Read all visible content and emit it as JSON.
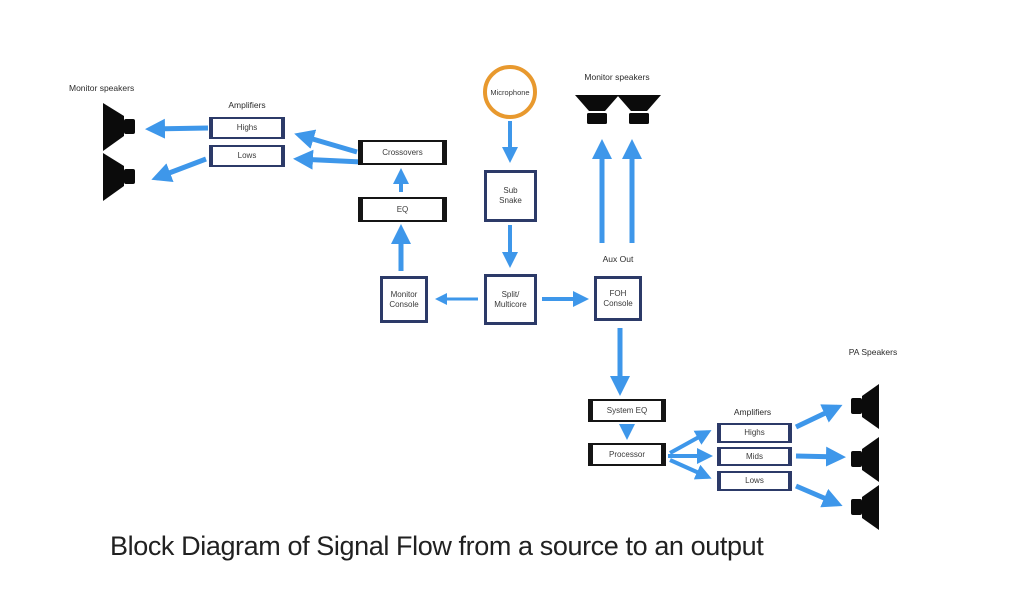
{
  "title": "Block Diagram of Signal Flow from a source to an output",
  "colors": {
    "background": "#ffffff",
    "arrow_blue": "#3E97EA",
    "navy_border": "#2C3A68",
    "black_border": "#151515",
    "microphone_orange": "#E8992E",
    "speaker_black": "#0B0B0B",
    "title_text": "#212121"
  },
  "labels": {
    "monitor_speakers_left": "Monitor speakers",
    "monitor_speakers_center": "Monitor speakers",
    "amplifiers_left": "Amplifiers",
    "amplifiers_right": "Amplifiers",
    "aux_out": "Aux Out",
    "pa_speakers": "PA Speakers"
  },
  "nodes": {
    "microphone": "Microphone",
    "sub_snake": "Sub\nSnake",
    "split_multicore": "Split/\nMulticore",
    "monitor_console": "Monitor\nConsole",
    "foh_console": "FOH\nConsole",
    "crossovers": "Crossovers",
    "eq": "EQ",
    "amp_left_highs": "Highs",
    "amp_left_lows": "Lows",
    "system_eq": "System EQ",
    "processor": "Processor",
    "amp_right_highs": "Highs",
    "amp_right_mids": "Mids",
    "amp_right_lows": "Lows"
  },
  "edges": [
    {
      "from": "Microphone",
      "to": "Sub Snake"
    },
    {
      "from": "Sub Snake",
      "to": "Split/Multicore"
    },
    {
      "from": "Split/Multicore",
      "to": "Monitor Console"
    },
    {
      "from": "Split/Multicore",
      "to": "FOH Console"
    },
    {
      "from": "Monitor Console",
      "to": "EQ"
    },
    {
      "from": "EQ",
      "to": "Crossovers"
    },
    {
      "from": "Crossovers",
      "to": "Amplifier Highs (monitor)"
    },
    {
      "from": "Crossovers",
      "to": "Amplifier Lows (monitor)"
    },
    {
      "from": "Amplifier Highs (monitor)",
      "to": "Monitor speaker 1"
    },
    {
      "from": "Amplifier Lows (monitor)",
      "to": "Monitor speaker 2"
    },
    {
      "from": "FOH Console",
      "to": "Stage monitor speakers via Aux Out (left send)"
    },
    {
      "from": "FOH Console",
      "to": "Stage monitor speakers via Aux Out (right send)"
    },
    {
      "from": "FOH Console",
      "to": "System EQ"
    },
    {
      "from": "System EQ",
      "to": "Processor"
    },
    {
      "from": "Processor",
      "to": "Amplifier Highs (PA)"
    },
    {
      "from": "Processor",
      "to": "Amplifier Mids (PA)"
    },
    {
      "from": "Processor",
      "to": "Amplifier Lows (PA)"
    },
    {
      "from": "Amplifier Highs (PA)",
      "to": "PA speaker 1"
    },
    {
      "from": "Amplifier Mids (PA)",
      "to": "PA speaker 2"
    },
    {
      "from": "Amplifier Lows (PA)",
      "to": "PA speaker 3"
    }
  ]
}
